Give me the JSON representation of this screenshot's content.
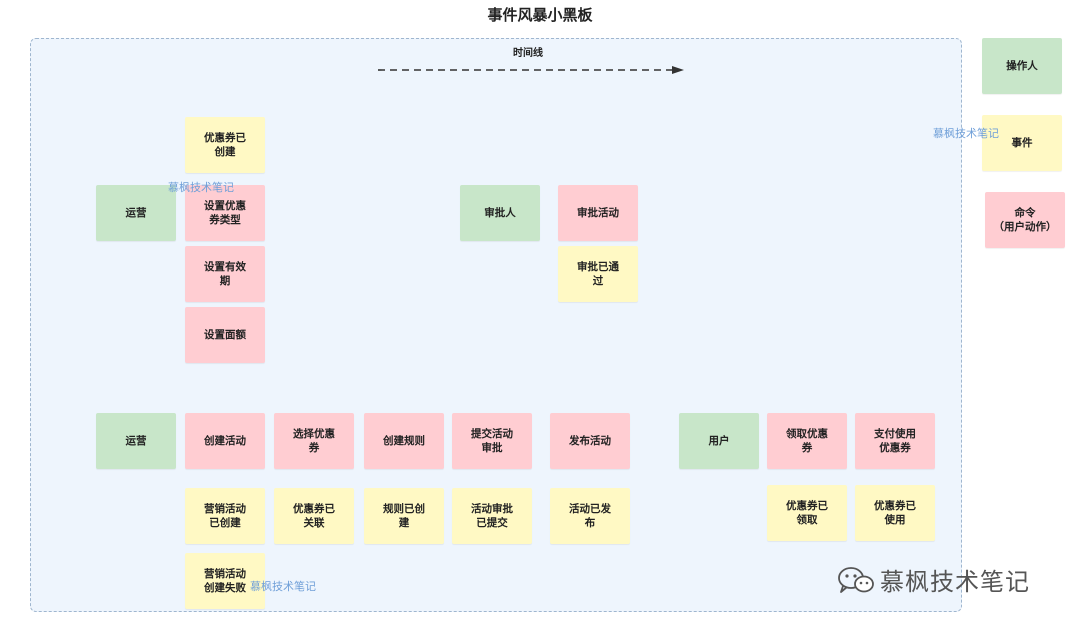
{
  "title": "事件风暴小黑板",
  "timeline": {
    "label": "时间线"
  },
  "legend": {
    "actor": "操作人",
    "event": "事件",
    "command": "命令\n（用户动作）"
  },
  "top_section": {
    "actor_ops": "运营",
    "coupon_created": "优惠券已\n创建",
    "set_coupon_type": "设置优惠\n券类型",
    "set_validity": "设置有效\n期",
    "set_amount": "设置面额",
    "actor_approver": "审批人",
    "approve_activity": "审批活动",
    "approval_passed": "审批已通\n过"
  },
  "bottom_section": {
    "actor_ops": "运营",
    "create_activity": "创建活动",
    "activity_created": "营销活动\n已创建",
    "activity_create_failed": "营销活动\n创建失败",
    "select_coupon": "选择优惠\n券",
    "coupon_linked": "优惠券已\n关联",
    "create_rule": "创建规则",
    "rule_created": "规则已创\n建",
    "submit_approval": "提交活动\n审批",
    "approval_submitted": "活动审批\n已提交",
    "publish_activity": "发布活动",
    "activity_published": "活动已发\n布",
    "actor_user": "用户",
    "claim_coupon": "领取优惠\n券",
    "coupon_claimed": "优惠券已\n领取",
    "pay_with_coupon": "支付使用\n优惠券",
    "coupon_used": "优惠券已\n使用"
  },
  "watermarks": {
    "w1": "慕枫技术笔记",
    "w2": "慕枫技术笔记",
    "w3": "慕枫技术笔记",
    "brand": "慕枫技术笔记"
  },
  "colors": {
    "actor": "#c8e6c9",
    "event": "#fff9c4",
    "command": "#ffcdd2",
    "board": "#eef5fd",
    "board_border": "#9fb6cf"
  }
}
